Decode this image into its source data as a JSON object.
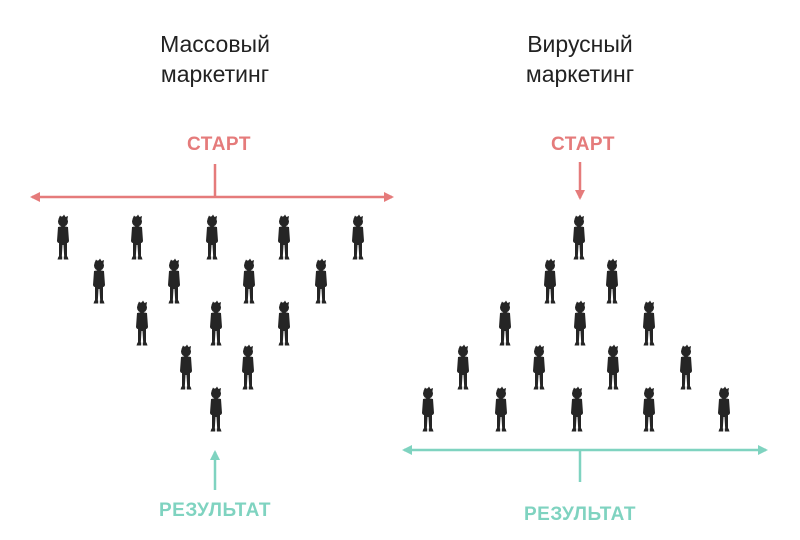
{
  "left": {
    "title_line1": "Массовый",
    "title_line2": "маркетинг",
    "start_label": "СТАРТ",
    "result_label": "РЕЗУЛЬТАТ"
  },
  "right": {
    "title_line1": "Вирусный",
    "title_line2": "маркетинг",
    "start_label": "СТАРТ",
    "result_label": "РЕЗУЛЬТАТ"
  },
  "colors": {
    "start": "#e57b7b",
    "result": "#7fd3c0",
    "person": "#252525",
    "text": "#222222"
  },
  "icons": {
    "person": "person-silhouette-icon"
  }
}
